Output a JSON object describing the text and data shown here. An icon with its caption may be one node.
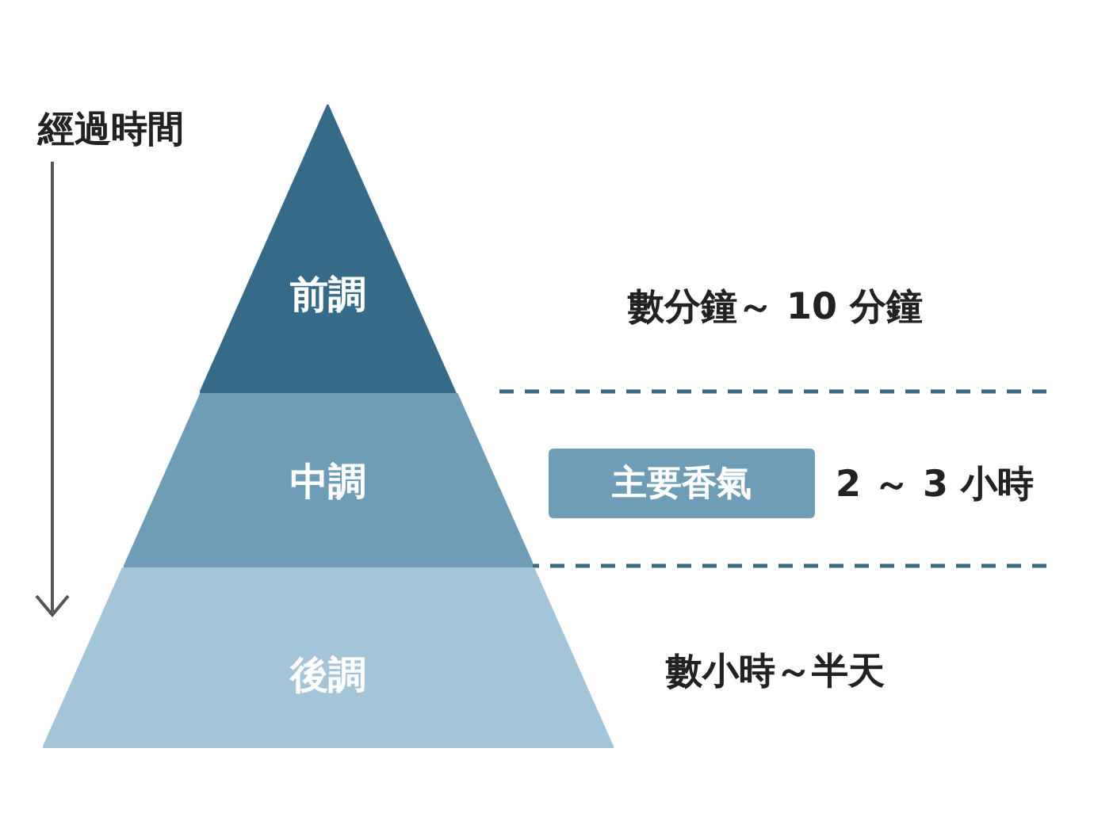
{
  "diagram": {
    "nodes": [
      {
        "text": [
          "前調"
        ]
      },
      {
        "text": [
          "中調"
        ]
      },
      {
        "text": [
          "後調"
        ]
      },
      {
        "text": [
          "主要香氣"
        ]
      }
    ],
    "labels": [
      "經過時間",
      "數分鐘～ 10 分鐘",
      "2 ～ 3 小時",
      "數小時～半天"
    ]
  }
}
